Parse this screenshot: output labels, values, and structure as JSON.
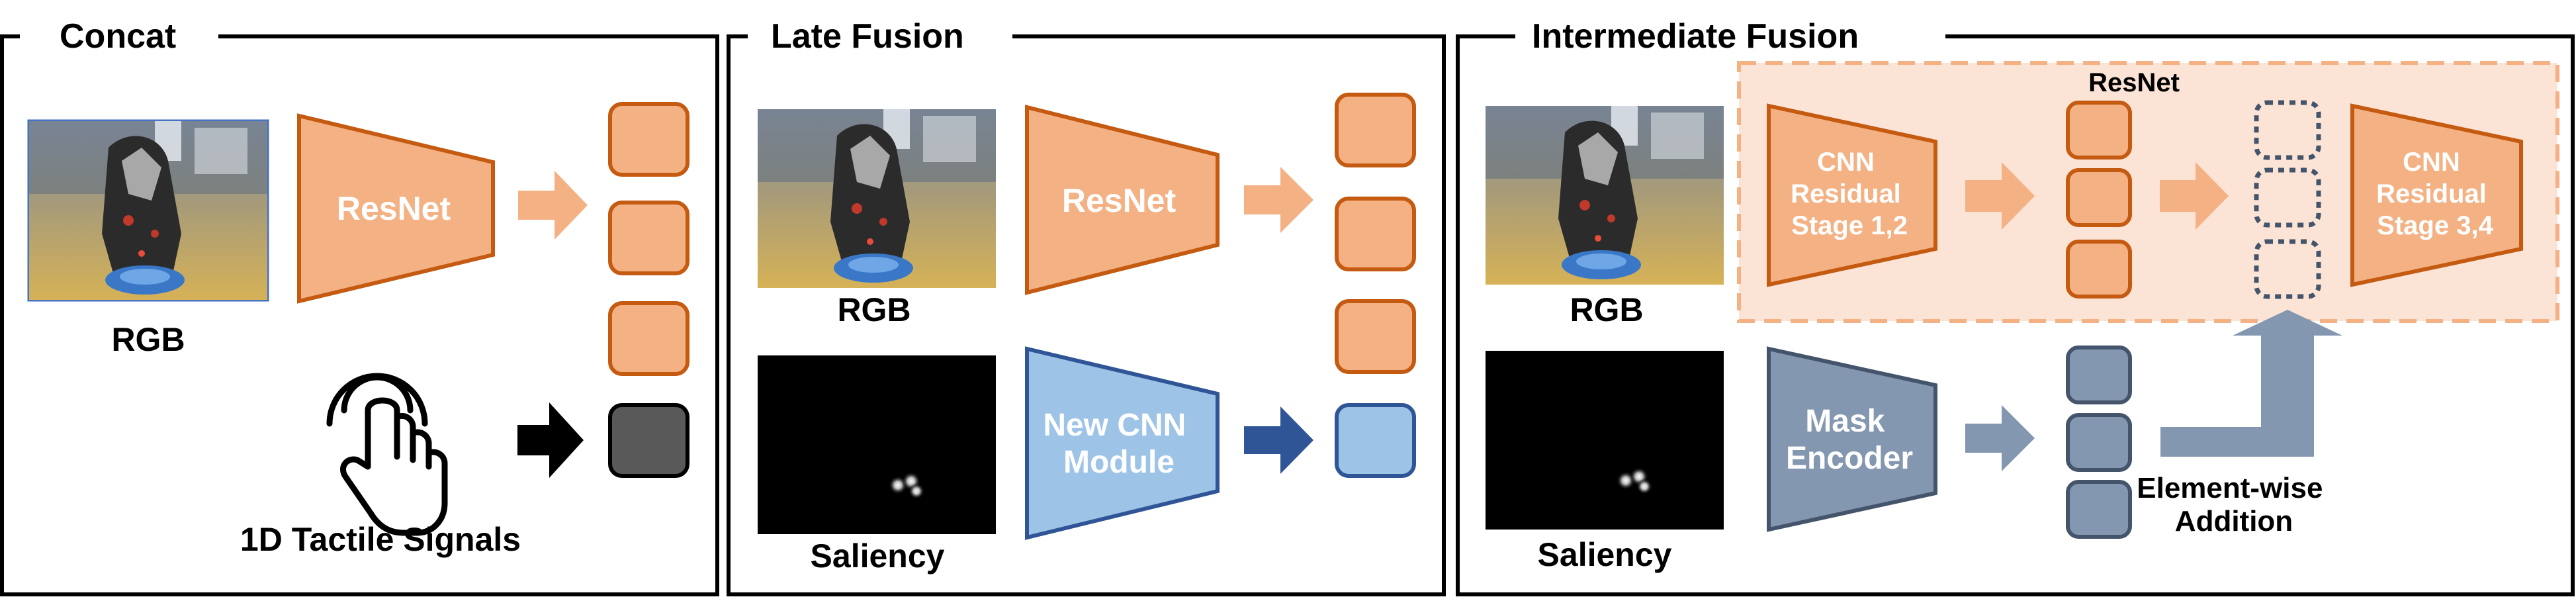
{
  "panels": {
    "concat": {
      "title": "Concat",
      "encoder_label": "ResNet",
      "image_label": "RGB",
      "tactile_label": "1D Tactile Signals"
    },
    "late_fusion": {
      "title": "Late Fusion",
      "encoder_label": "ResNet",
      "rgb_label": "RGB",
      "saliency_label": "Saliency",
      "cnn_module_label": [
        "New CNN",
        "Module"
      ]
    },
    "intermediate_fusion": {
      "title": "Intermediate Fusion",
      "resnet_group_label": "ResNet",
      "stage12_label": [
        "CNN",
        "Residual",
        "Stage 1,2"
      ],
      "stage34_label": [
        "CNN",
        "Residual",
        "Stage 3,4"
      ],
      "rgb_label": "RGB",
      "saliency_label": "Saliency",
      "mask_encoder_label": [
        "Mask",
        "Encoder"
      ],
      "addition_label": [
        "Element-wise",
        "Addition"
      ]
    }
  },
  "colors": {
    "orange_fill": "#f4b183",
    "orange_stroke": "#c55a11",
    "blue_fill": "#9dc3e6",
    "blue_stroke": "#2f5597",
    "slate_fill": "#8497b0",
    "slate_stroke": "#44546a",
    "tactile_fill": "#595959",
    "group_fill": "#fbe3d6",
    "arrow_orange": "#f4b183",
    "arrow_blue": "#2f5597",
    "arrow_slate": "#8497b0"
  },
  "icons": [
    "tap-hand-icon"
  ]
}
